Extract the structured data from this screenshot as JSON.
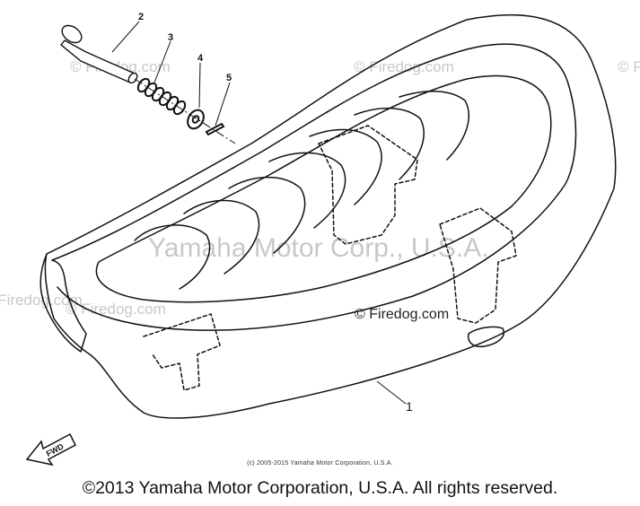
{
  "watermarks": {
    "corp": "Yamaha Motor Corp., U.S.A.",
    "site_1": "© Firedog.com",
    "site_2": "© Firedog.com",
    "site_3": "© Firedog.com",
    "site_4": "© Firedog.com",
    "site_5": "© Firedog.com"
  },
  "diagram": {
    "site_mark": "© Firedog.com",
    "callouts": {
      "seat": "1",
      "knob_bolt": "2",
      "spring": "3",
      "washer": "4",
      "cotter_pin": "5"
    },
    "fwd_label": "FWD"
  },
  "footer": {
    "small": "(c) 2005-2015 Yamaha Motor Corporation, U.S.A.",
    "main": "©2013 Yamaha Motor Corporation, U.S.A. All rights reserved."
  }
}
